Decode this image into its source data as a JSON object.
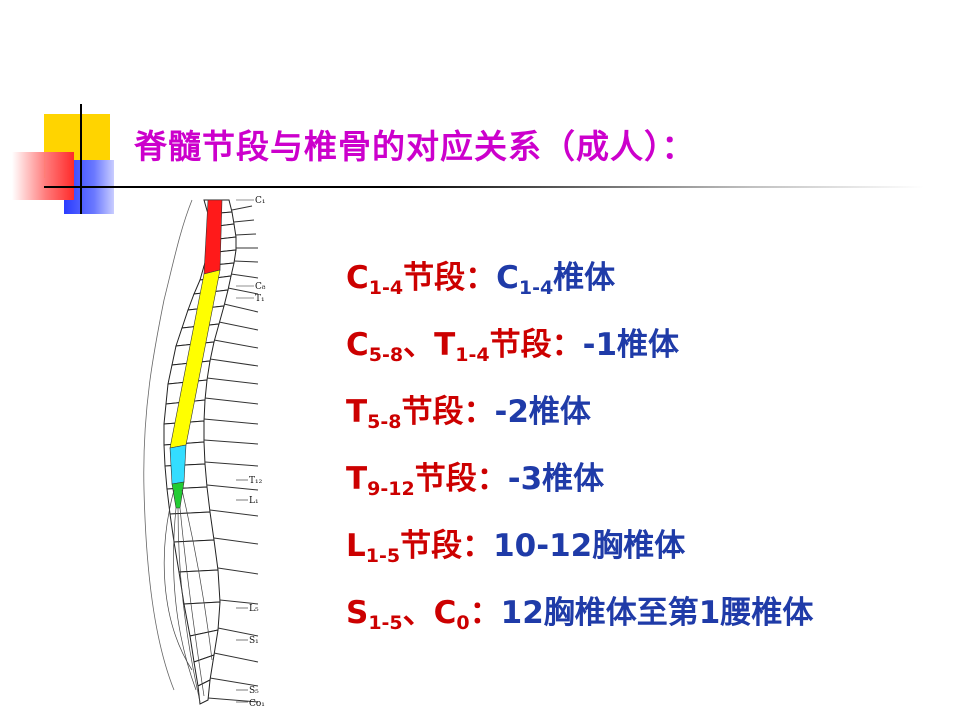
{
  "title": "脊髓节段与椎骨的对应关系（成人）：",
  "diagram": {
    "labels": {
      "c1": "C₁",
      "c8": "C₈",
      "t1": "T₁",
      "t12": "T₁₂",
      "l1": "L₁",
      "l5": "L₅",
      "s1": "S₁",
      "s5": "S₅",
      "co1": "Co₁"
    },
    "colors": {
      "cervical": "#ff1a1a",
      "thoracic": "#ffff00",
      "lumbar": "#33ddff",
      "sacral": "#22cc33"
    }
  },
  "rows": [
    {
      "seg": "C",
      "seg_sub": "1-4",
      "suffix": "节段：",
      "v_letter": "C",
      "v_sub": "1-4",
      "v_text": "椎体"
    },
    {
      "seg": "C",
      "seg_sub": "5-8",
      "sep": "、",
      "seg2": "T",
      "seg2_sub": "1-4",
      "suffix": "节段：",
      "v_text": "-1椎体"
    },
    {
      "seg": "T",
      "seg_sub": "5-8",
      "suffix": "节段：",
      "v_text": "-2椎体"
    },
    {
      "seg": "T",
      "seg_sub": "9-12",
      "suffix": "节段：",
      "v_text": "-3椎体"
    },
    {
      "seg": "L",
      "seg_sub": "1-5",
      "suffix": "节段：",
      "v_text": "10-12胸椎体"
    },
    {
      "seg": "S",
      "seg_sub": "1-5",
      "sep": "、",
      "seg2": "C",
      "seg2_sub": "0",
      "suffix": "：",
      "v_text": "12胸椎体至第1腰椎体"
    }
  ]
}
